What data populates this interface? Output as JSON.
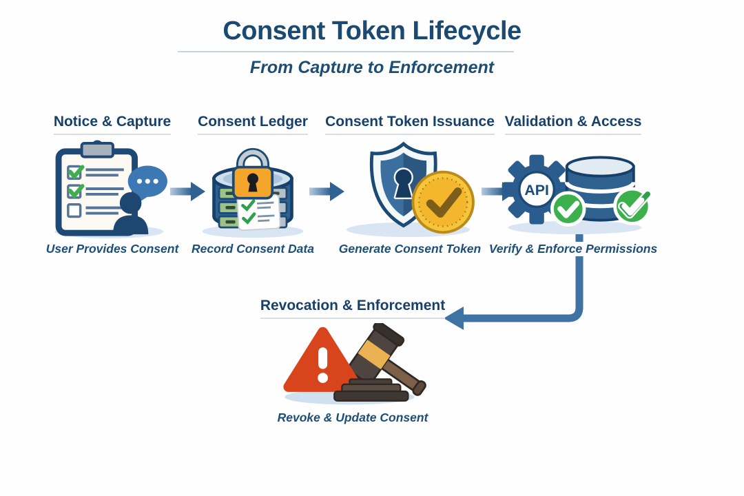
{
  "header": {
    "title": "Consent Token Lifecycle",
    "subtitle": "From Capture to Enforcement"
  },
  "stages": [
    {
      "title": "Notice & Capture",
      "caption": "User Provides Consent",
      "icon": "clipboard-consent-icon"
    },
    {
      "title": "Consent Ledger",
      "caption": "Record Consent Data",
      "icon": "database-lock-icon"
    },
    {
      "title": "Consent Token Issuance",
      "caption": "Generate Consent Token",
      "icon": "shield-token-coin-icon"
    },
    {
      "title": "Validation & Access",
      "caption": "Verify & Enforce Permissions",
      "icon": "api-gear-database-check-icon"
    },
    {
      "title": "Revocation & Enforcement",
      "caption": "Revoke & Update Consent",
      "icon": "warning-gavel-icon"
    }
  ],
  "icon_labels": {
    "gear_text": "API"
  },
  "colors": {
    "heading_navy": "#17406b",
    "arrow_blue": "#2f6293",
    "return_arrow_blue": "#3e73a4",
    "lock_orange": "#f4a62c",
    "coin_gold": "#f6c53c",
    "check_green": "#3bb04d",
    "warning_red": "#d8451c",
    "shadow_blue": "#d9e5f2"
  }
}
